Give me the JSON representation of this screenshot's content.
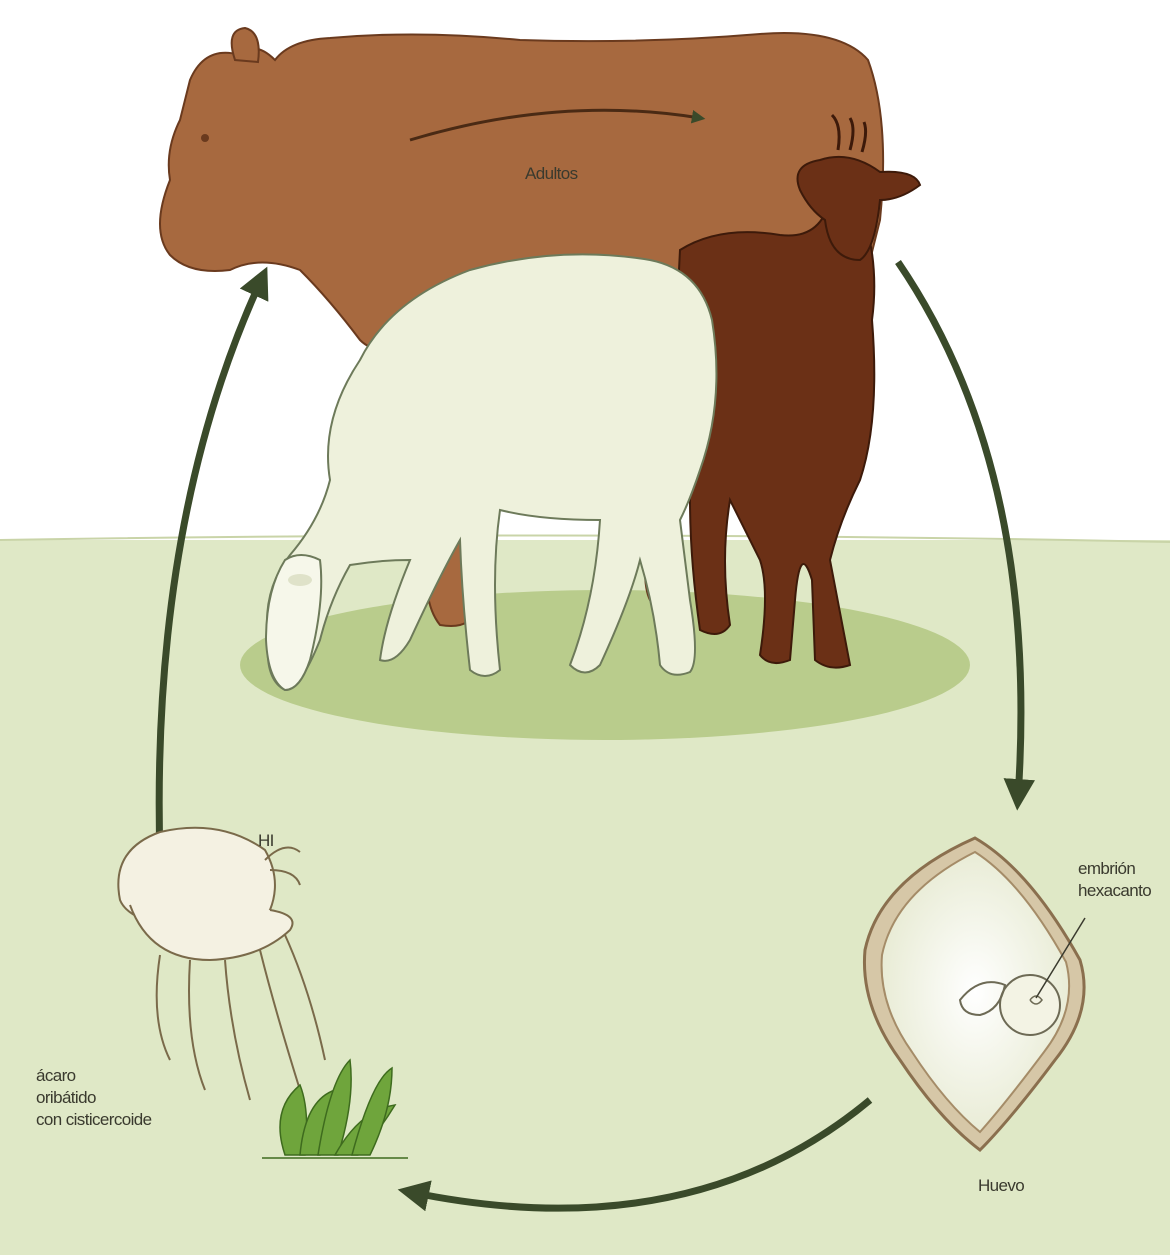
{
  "diagram": {
    "labels": {
      "adult": "Adultos",
      "host": "HI",
      "mite_lines": [
        "ácaro",
        "oribátido",
        "con cisticercoide"
      ],
      "embryo_lines": [
        "embrión",
        "hexacanto"
      ],
      "egg": "Huevo"
    },
    "colors": {
      "ground": "#dfe8c6",
      "sky": "#ffffff",
      "shadow": "#b9cc8c",
      "cow": "#a7693f",
      "goat": "#6b3016",
      "sheep": "#eef1dc",
      "arrow": "#3a4a2a",
      "grass": "#6fa53c"
    }
  }
}
